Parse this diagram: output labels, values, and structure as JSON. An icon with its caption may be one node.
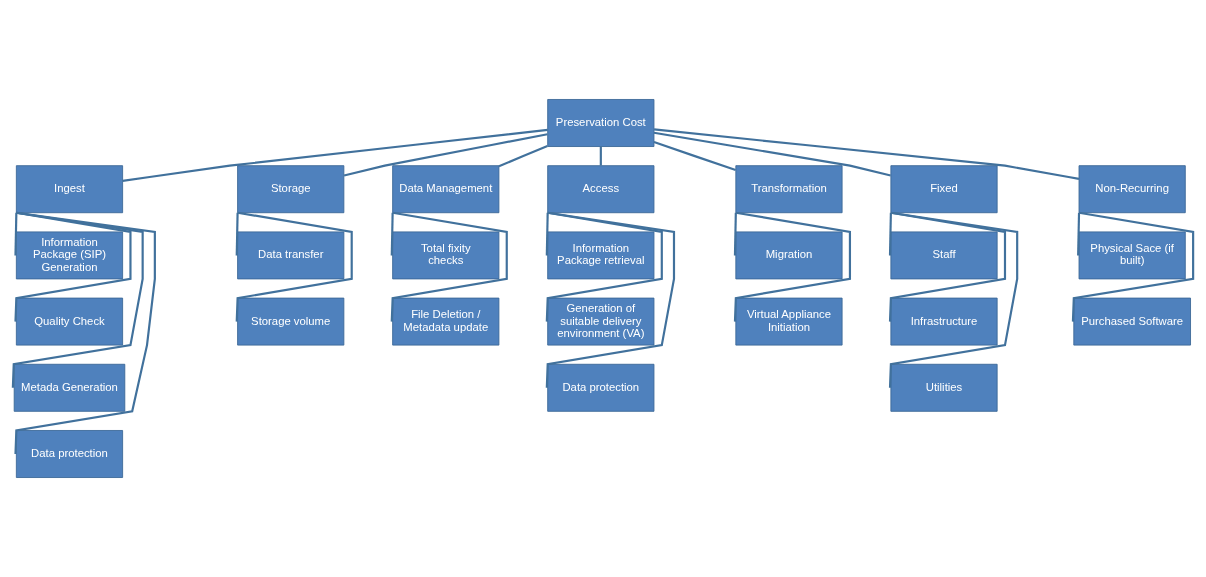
{
  "diagram": {
    "nodes": [
      {
        "text": [
          "Preservation Cost"
        ]
      },
      {
        "text": [
          "Ingest"
        ]
      },
      {
        "text": [
          "Storage"
        ]
      },
      {
        "text": [
          "Data Management"
        ]
      },
      {
        "text": [
          "Access"
        ]
      },
      {
        "text": [
          "Transformation"
        ]
      },
      {
        "text": [
          "Fixed"
        ]
      },
      {
        "text": [
          "Non-Recurring"
        ]
      },
      {
        "text": [
          "Information Package (SIP) Generation"
        ]
      },
      {
        "text": [
          "Quality Check"
        ]
      },
      {
        "text": [
          "Metada Generation"
        ]
      },
      {
        "text": [
          "Data protection"
        ]
      },
      {
        "text": [
          "Data transfer"
        ]
      },
      {
        "text": [
          "Storage volume"
        ]
      },
      {
        "text": [
          "Total fixity checks"
        ]
      },
      {
        "text": [
          "File Deletion / Metadata update"
        ]
      },
      {
        "text": [
          "Information Package retrieval"
        ]
      },
      {
        "text": [
          "Generation of suitable delivery environment (VA)"
        ]
      },
      {
        "text": [
          "Data protection"
        ]
      },
      {
        "text": [
          "Migration"
        ]
      },
      {
        "text": [
          "Virtual Appliance Initiation"
        ]
      },
      {
        "text": [
          "Staff"
        ]
      },
      {
        "text": [
          "Infrastructure"
        ]
      },
      {
        "text": [
          "Utilities"
        ]
      },
      {
        "text": [
          "Physical Sace (if built)"
        ]
      },
      {
        "text": [
          "Purchased Software"
        ]
      }
    ],
    "edges": [
      {
        "from": 0,
        "to": 1,
        "arrow": "none"
      },
      {
        "from": 0,
        "to": 2,
        "arrow": "none"
      },
      {
        "from": 0,
        "to": 3,
        "arrow": "none"
      },
      {
        "from": 0,
        "to": 4,
        "arrow": "none"
      },
      {
        "from": 0,
        "to": 5,
        "arrow": "none"
      },
      {
        "from": 0,
        "to": 6,
        "arrow": "none"
      },
      {
        "from": 0,
        "to": 7,
        "arrow": "none"
      },
      {
        "from": 1,
        "to": 8,
        "arrow": "none"
      },
      {
        "from": 1,
        "to": 9,
        "arrow": "none"
      },
      {
        "from": 1,
        "to": 10,
        "arrow": "none"
      },
      {
        "from": 1,
        "to": 11,
        "arrow": "none"
      },
      {
        "from": 2,
        "to": 12,
        "arrow": "none"
      },
      {
        "from": 2,
        "to": 13,
        "arrow": "none"
      },
      {
        "from": 3,
        "to": 14,
        "arrow": "none"
      },
      {
        "from": 3,
        "to": 15,
        "arrow": "none"
      },
      {
        "from": 4,
        "to": 16,
        "arrow": "none"
      },
      {
        "from": 4,
        "to": 17,
        "arrow": "none"
      },
      {
        "from": 4,
        "to": 18,
        "arrow": "none"
      },
      {
        "from": 5,
        "to": 19,
        "arrow": "none"
      },
      {
        "from": 5,
        "to": 20,
        "arrow": "none"
      },
      {
        "from": 6,
        "to": 21,
        "arrow": "none"
      },
      {
        "from": 6,
        "to": 22,
        "arrow": "none"
      },
      {
        "from": 6,
        "to": 23,
        "arrow": "none"
      },
      {
        "from": 7,
        "to": 24,
        "arrow": "none"
      },
      {
        "from": 7,
        "to": 25,
        "arrow": "none"
      }
    ]
  }
}
